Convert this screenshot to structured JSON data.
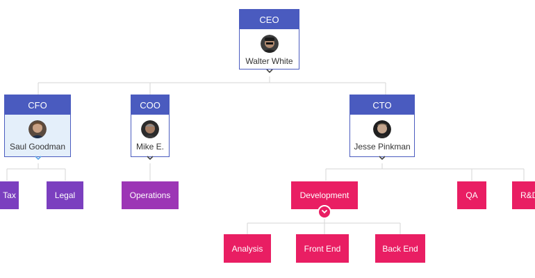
{
  "colors": {
    "card": "#4a5bbf",
    "purple": "#7b3fbf",
    "violet": "#9c35b5",
    "pink": "#e91e63",
    "edge": "#d6d6d6"
  },
  "ceo": {
    "title": "CEO",
    "name": "Walter White"
  },
  "cfo": {
    "title": "CFO",
    "name": "Saul Goodman"
  },
  "coo": {
    "title": "COO",
    "name": "Mike E."
  },
  "cto": {
    "title": "CTO",
    "name": "Jesse Pinkman"
  },
  "depts": {
    "tax": "Tax",
    "legal": "Legal",
    "operations": "Operations",
    "development": "Development",
    "qa": "QA",
    "rd": "R&D"
  },
  "dev_teams": {
    "analysis": "Analysis",
    "front_end": "Front End",
    "back_end": "Back End"
  }
}
